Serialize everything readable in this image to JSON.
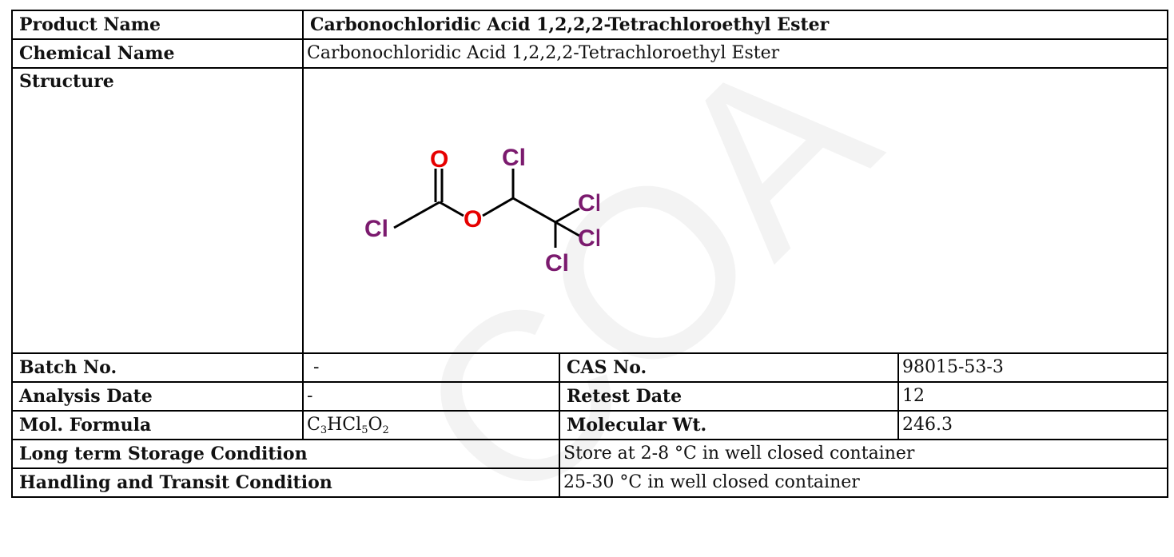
{
  "table": {
    "product_name_label": "Product Name",
    "product_name_value": "Carbonochloridic Acid 1,2,2,2-Tetrachloroethyl Ester",
    "chemical_name_label": "Chemical Name",
    "chemical_name_value": "Carbonochloridic Acid 1,2,2,2-Tetrachloroethyl Ester",
    "structure_label": "Structure",
    "batch_no_label": "Batch No.",
    "batch_no_value": "-",
    "cas_no_label": "CAS No.",
    "cas_no_value": "98015-53-3",
    "analysis_date_label": "Analysis Date",
    "analysis_date_value": "-",
    "retest_date_label": "Retest Date",
    "retest_date_value": "12",
    "mol_formula_label": "Mol. Formula",
    "mol_formula": {
      "c": "C",
      "c_n": "3",
      "hcl": "HCl",
      "cl_n": "5",
      "o": "O",
      "o_n": "2"
    },
    "molecular_wt_label": "Molecular Wt.",
    "molecular_wt_value": "246.3",
    "long_term_storage_label": "Long term Storage Condition",
    "long_term_storage_value": "Store at 2-8 °C in well closed container",
    "handling_transit_label": "Handling and Transit Condition",
    "handling_transit_value": "25-30 °C in well closed container"
  },
  "structure": {
    "atom_o": "O",
    "atom_cl": "Cl",
    "colors": {
      "oxygen": "#e60000",
      "chlorine": "#7b1a6e",
      "bond": "#000000"
    }
  },
  "watermark": {
    "text": "COA",
    "color": "#f2f2f2"
  }
}
